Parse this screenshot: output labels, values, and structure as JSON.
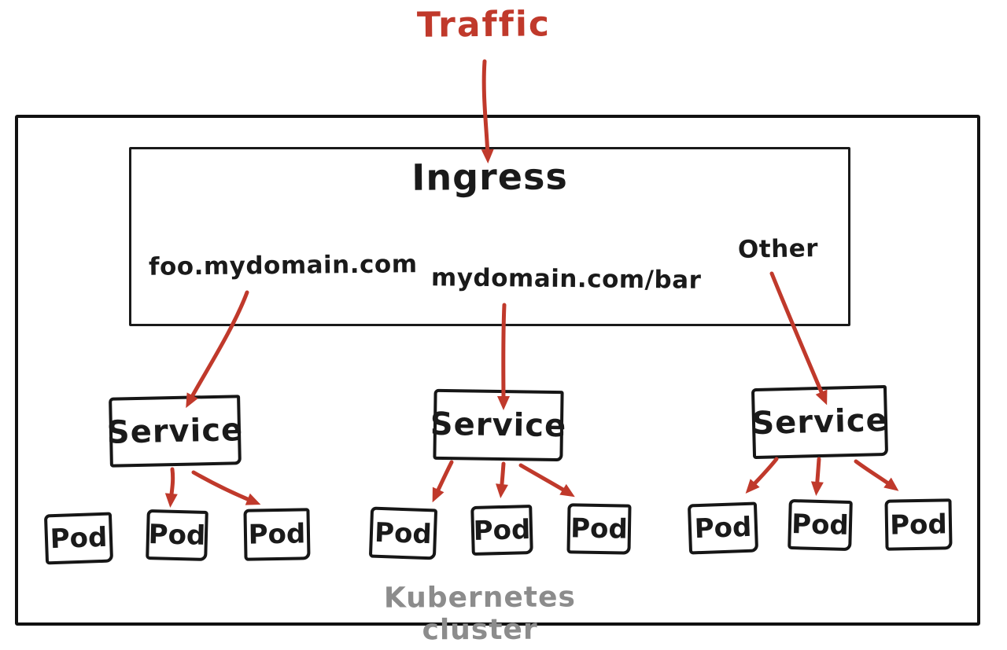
{
  "diagram": {
    "traffic_label": "Traffic",
    "cluster_label": "Kubernetes cluster",
    "ingress": {
      "title": "Ingress",
      "rules": [
        {
          "label": "foo.mydomain.com"
        },
        {
          "label": "mydomain.com/bar"
        },
        {
          "label": "Other"
        }
      ]
    },
    "groups": [
      {
        "service_label": "Service",
        "pods": [
          "Pod",
          "Pod",
          "Pod"
        ]
      },
      {
        "service_label": "Service",
        "pods": [
          "Pod",
          "Pod",
          "Pod"
        ]
      },
      {
        "service_label": "Service",
        "pods": [
          "Pod",
          "Pod",
          "Pod"
        ]
      }
    ],
    "connections": [
      {
        "from": "traffic",
        "to": "ingress"
      },
      {
        "from": "rule-foo.mydomain.com",
        "to": "service-1"
      },
      {
        "from": "rule-mydomain.com/bar",
        "to": "service-2"
      },
      {
        "from": "rule-other",
        "to": "service-3"
      },
      {
        "from": "service-1",
        "to": "pod-1-2"
      },
      {
        "from": "service-1",
        "to": "pod-1-3"
      },
      {
        "from": "service-2",
        "to": "pod-2-1"
      },
      {
        "from": "service-2",
        "to": "pod-2-2"
      },
      {
        "from": "service-2",
        "to": "pod-2-3"
      },
      {
        "from": "service-3",
        "to": "pod-3-1"
      },
      {
        "from": "service-3",
        "to": "pod-3-2"
      },
      {
        "from": "service-3",
        "to": "pod-3-3"
      }
    ],
    "colors": {
      "arrow_red": "#c0392b",
      "ink_black": "#1a1a1a",
      "muted_gray": "#8c8c8c"
    }
  }
}
